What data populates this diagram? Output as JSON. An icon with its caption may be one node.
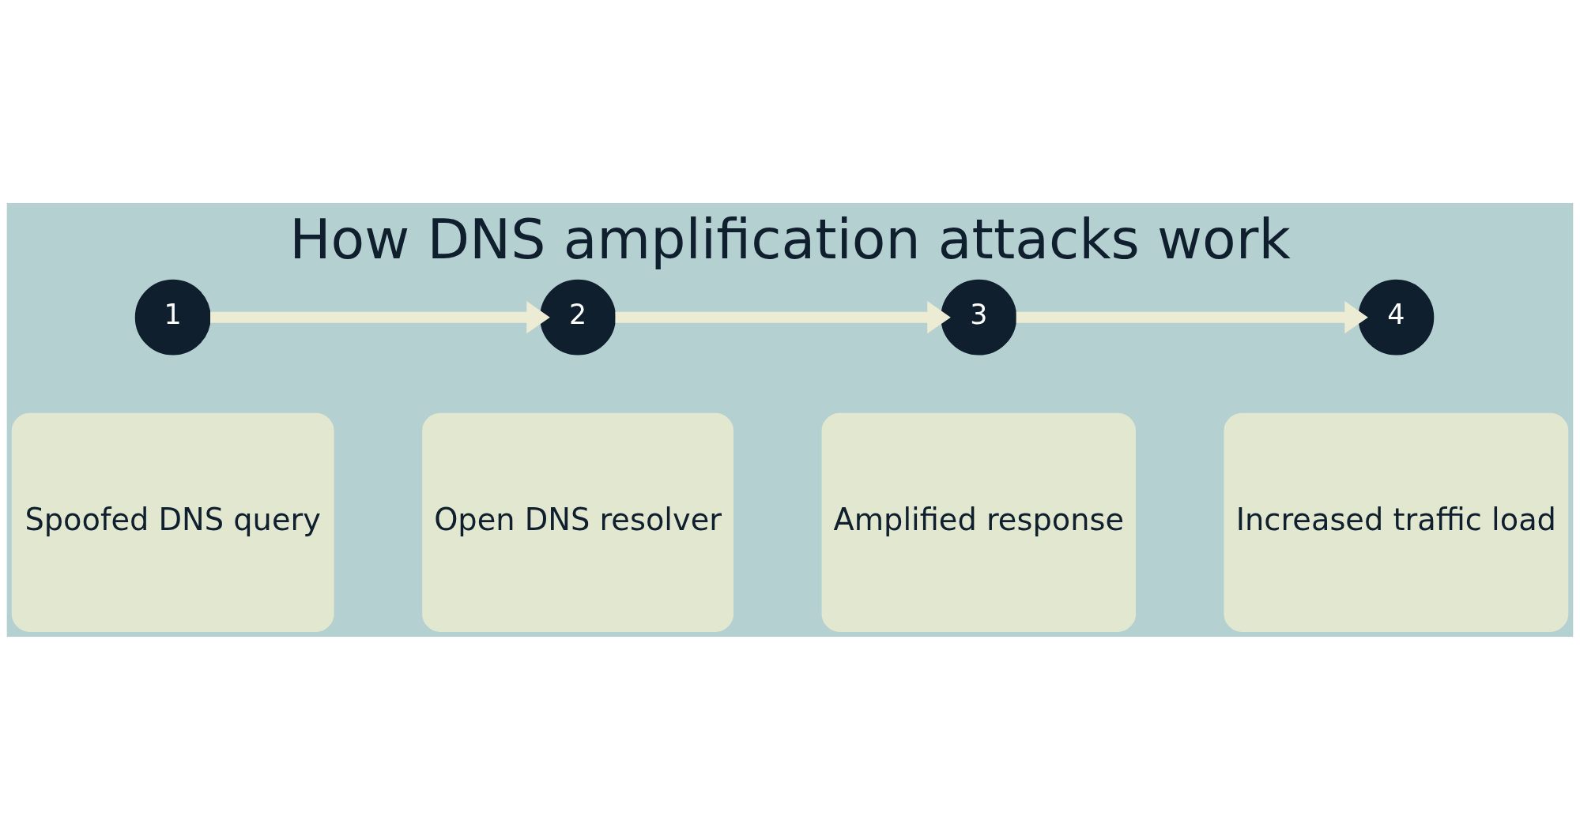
{
  "diagram": {
    "title": "How DNS amplification attacks work",
    "nodes": [
      {
        "text": [
          "Spoofed DNS query"
        ]
      },
      {
        "text": [
          "Open DNS resolver"
        ]
      },
      {
        "text": [
          "Amplified response"
        ]
      },
      {
        "text": [
          "Increased traffic load"
        ]
      },
      {
        "text": [
          "1"
        ]
      },
      {
        "text": [
          "2"
        ]
      },
      {
        "text": [
          "3"
        ]
      },
      {
        "text": [
          "4"
        ]
      }
    ],
    "edges": [
      {
        "from": 4,
        "to": 5,
        "arrow": "to"
      },
      {
        "from": 5,
        "to": 6,
        "arrow": "to"
      },
      {
        "from": 6,
        "to": 7,
        "arrow": "to"
      }
    ]
  }
}
